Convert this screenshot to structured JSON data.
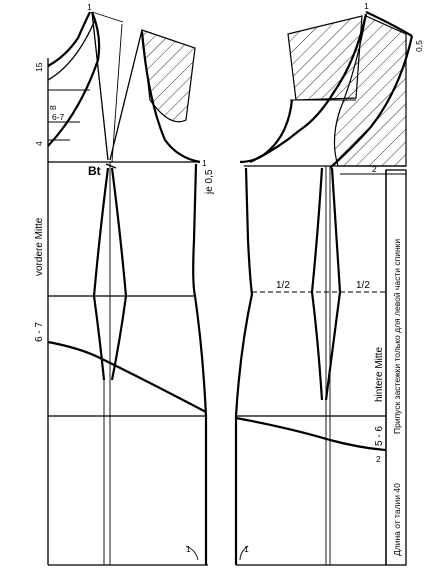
{
  "labels": {
    "front_center": "vordere Mitte",
    "back_center": "hintere Mitte",
    "bust_point": "Bt",
    "je": "je 0,5",
    "n15": "15",
    "n8": "8",
    "n67_top": "6-7",
    "n4": "4",
    "n1_top_front": "1",
    "n1_side_front": "1",
    "n1_top_back": "1",
    "n05_back": "0,5",
    "n2_back_top": "2",
    "half_front": "1/2",
    "half_back": "1/2",
    "n67_hip": "6 - 7",
    "n56": "5 - 6",
    "n2_bottom": "2",
    "n1_hem_front": "1",
    "n1_hem_back": "1",
    "russian_allowance": "Припуск застежки только для левой части спинки",
    "russian_length": "Длина от талии 40"
  }
}
